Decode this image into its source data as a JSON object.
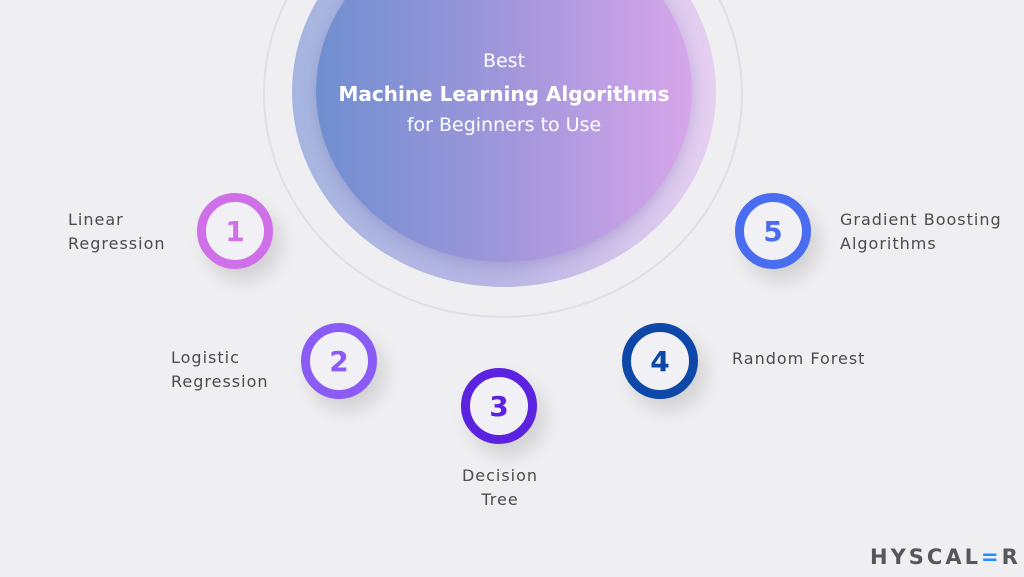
{
  "title": {
    "line1": "Best",
    "line2": "Machine Learning Algorithms",
    "line3": "for Beginners to Use"
  },
  "items": [
    {
      "number": "1",
      "label_l1": "Linear",
      "label_l2": "Regression",
      "color": "#d070e8"
    },
    {
      "number": "2",
      "label_l1": "Logistic",
      "label_l2": "Regression",
      "color": "#8a5cf5"
    },
    {
      "number": "3",
      "label_l1": "Decision",
      "label_l2": "Tree",
      "color": "#5b22e0"
    },
    {
      "number": "4",
      "label_l1": "Random Forest",
      "label_l2": "",
      "color": "#0d47a8"
    },
    {
      "number": "5",
      "label_l1": "Gradient Boosting",
      "label_l2": "Algorithms",
      "color": "#4a6cf0"
    }
  ],
  "logo": {
    "part1": "HYSCAL",
    "part2": "=",
    "part3": "R"
  }
}
